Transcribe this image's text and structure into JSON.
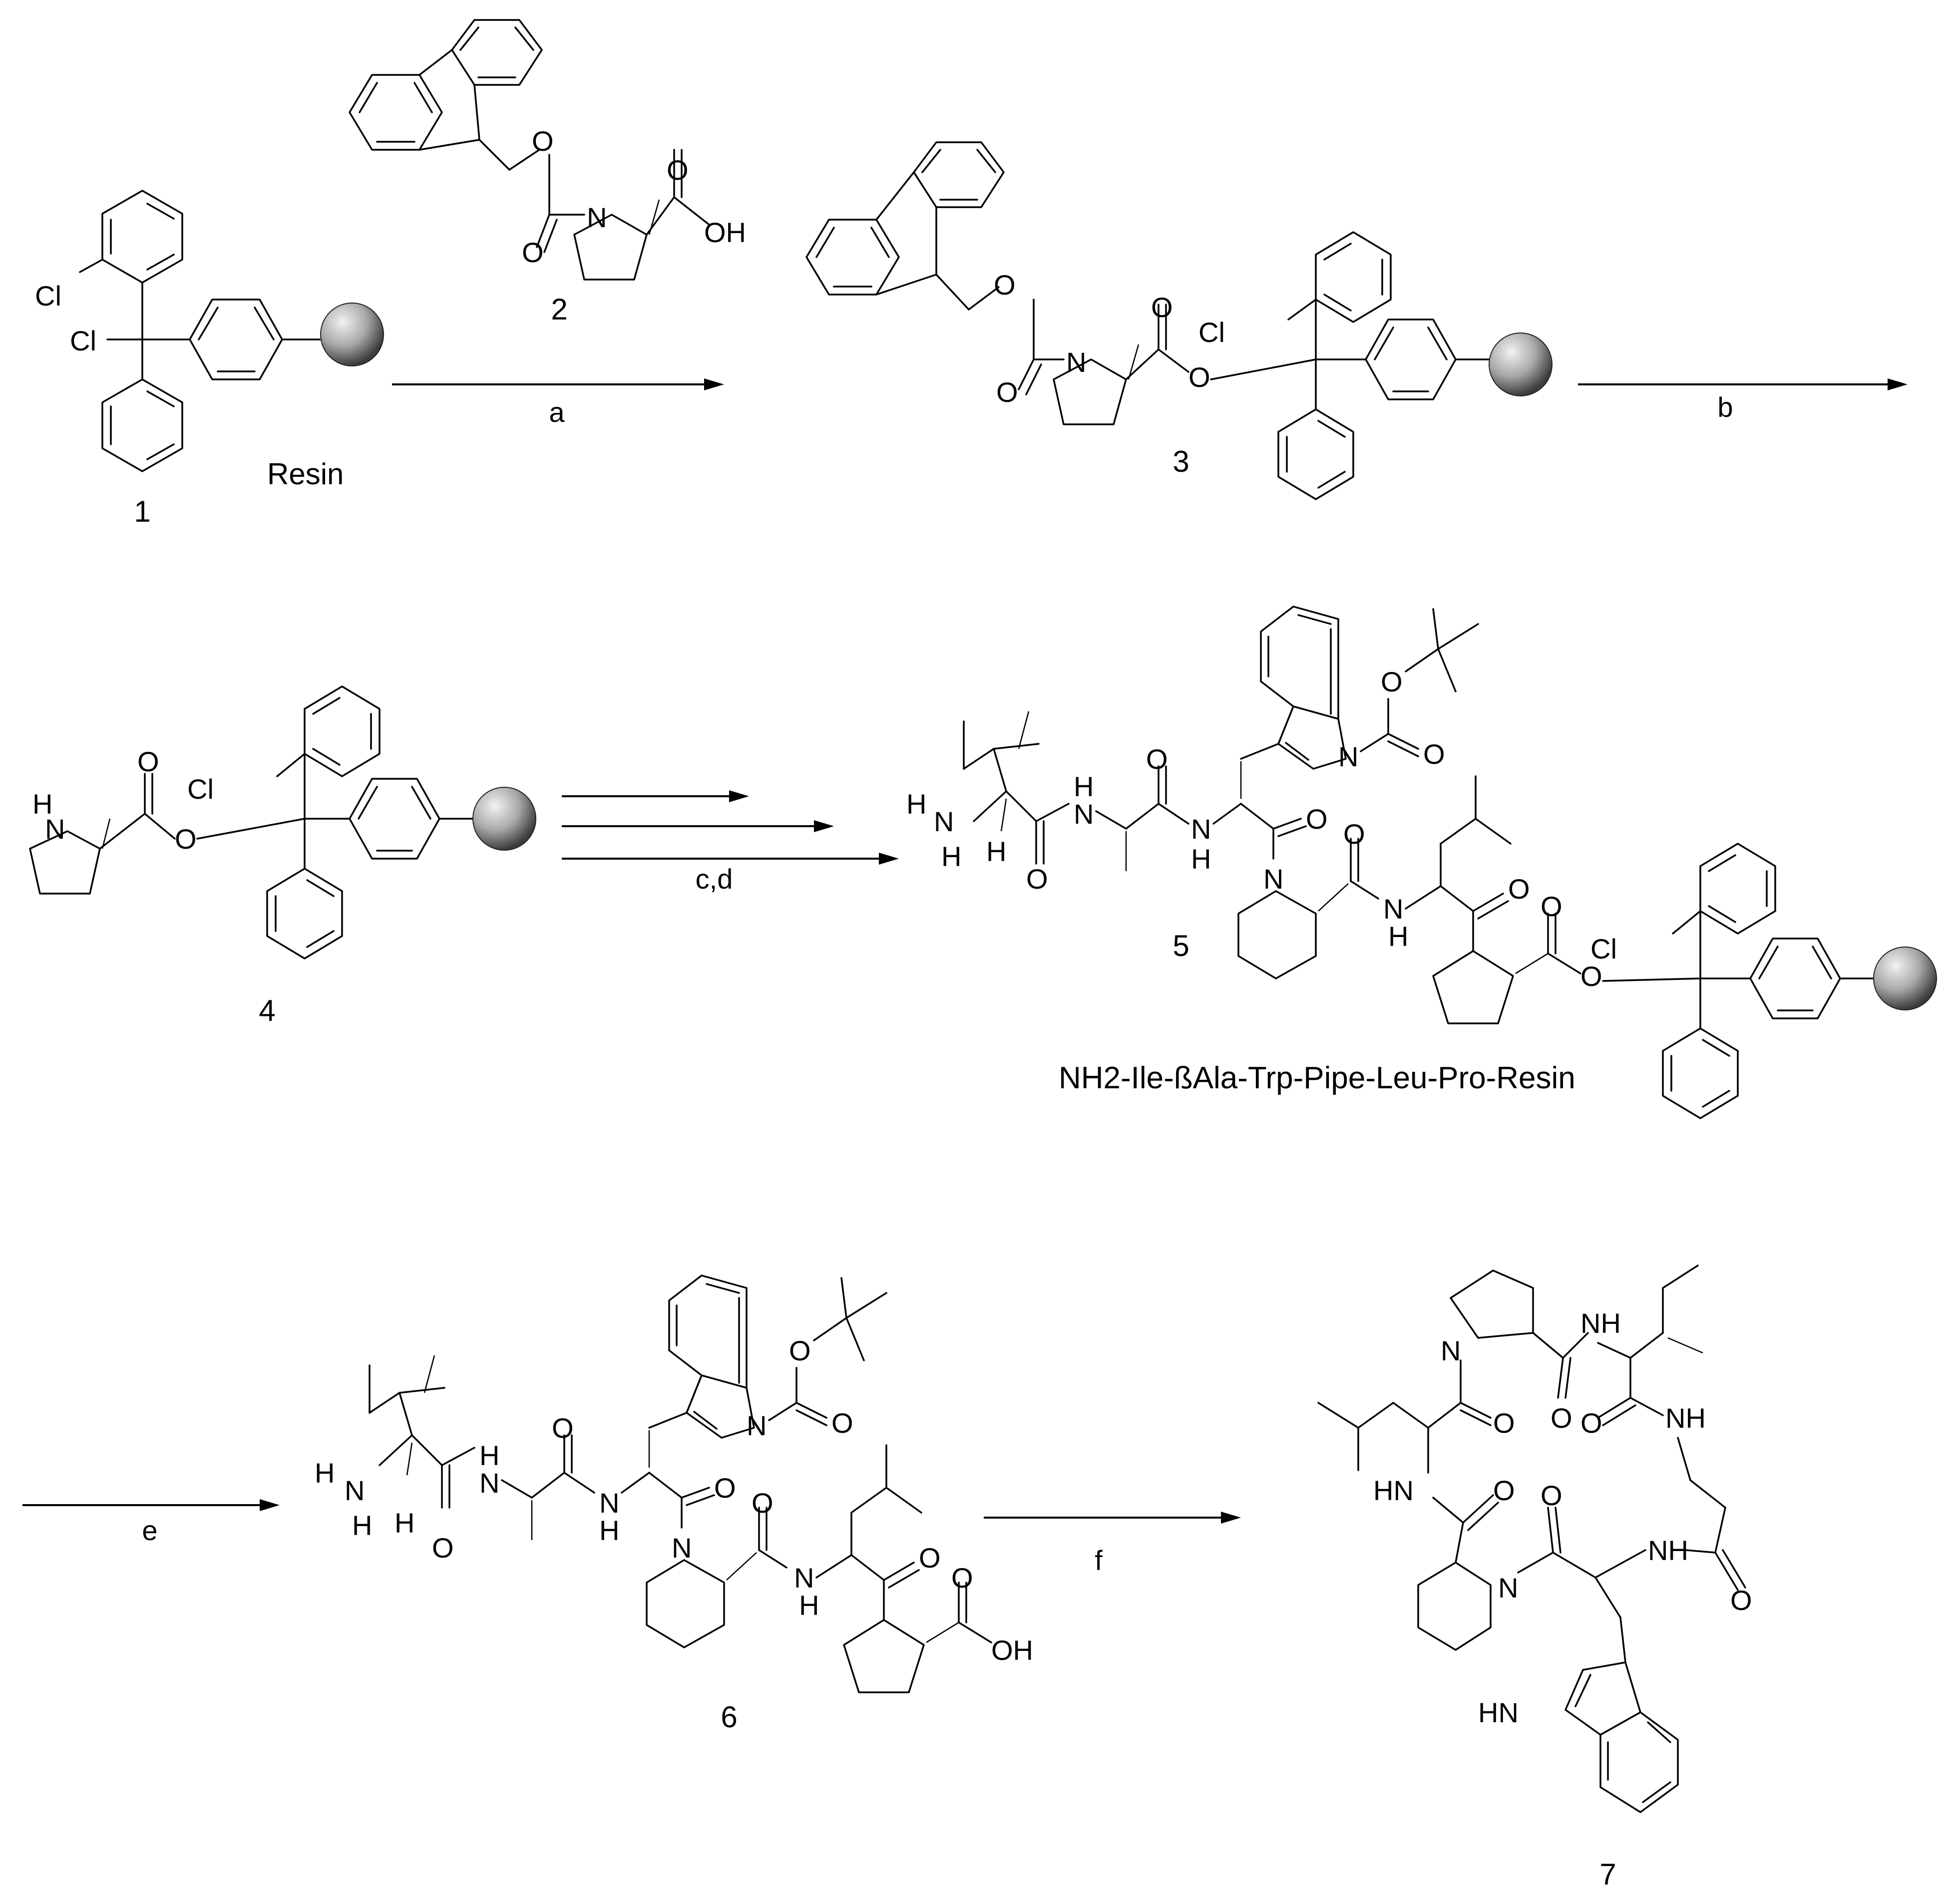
{
  "compounds": [
    {
      "number": "1",
      "caption": "Resin"
    },
    {
      "number": "2"
    },
    {
      "number": "3"
    },
    {
      "number": "4"
    },
    {
      "number": "5",
      "caption": "NH2-Ile-ßAla-Trp-Pipe-Leu-Pro-Resin"
    },
    {
      "number": "6"
    },
    {
      "number": "7"
    }
  ],
  "reaction_conditions": [
    "a",
    "b",
    "c,d",
    "e",
    "f"
  ],
  "atom_labels": {
    "Cl": "Cl",
    "O": "O",
    "N": "N",
    "H": "H",
    "OH": "OH",
    "NH": "NH",
    "HN": "HN"
  },
  "colors": {
    "ink": "#000000",
    "resin_bead_light": "#f2f2f2",
    "resin_bead_dark": "#4a4a4a"
  }
}
